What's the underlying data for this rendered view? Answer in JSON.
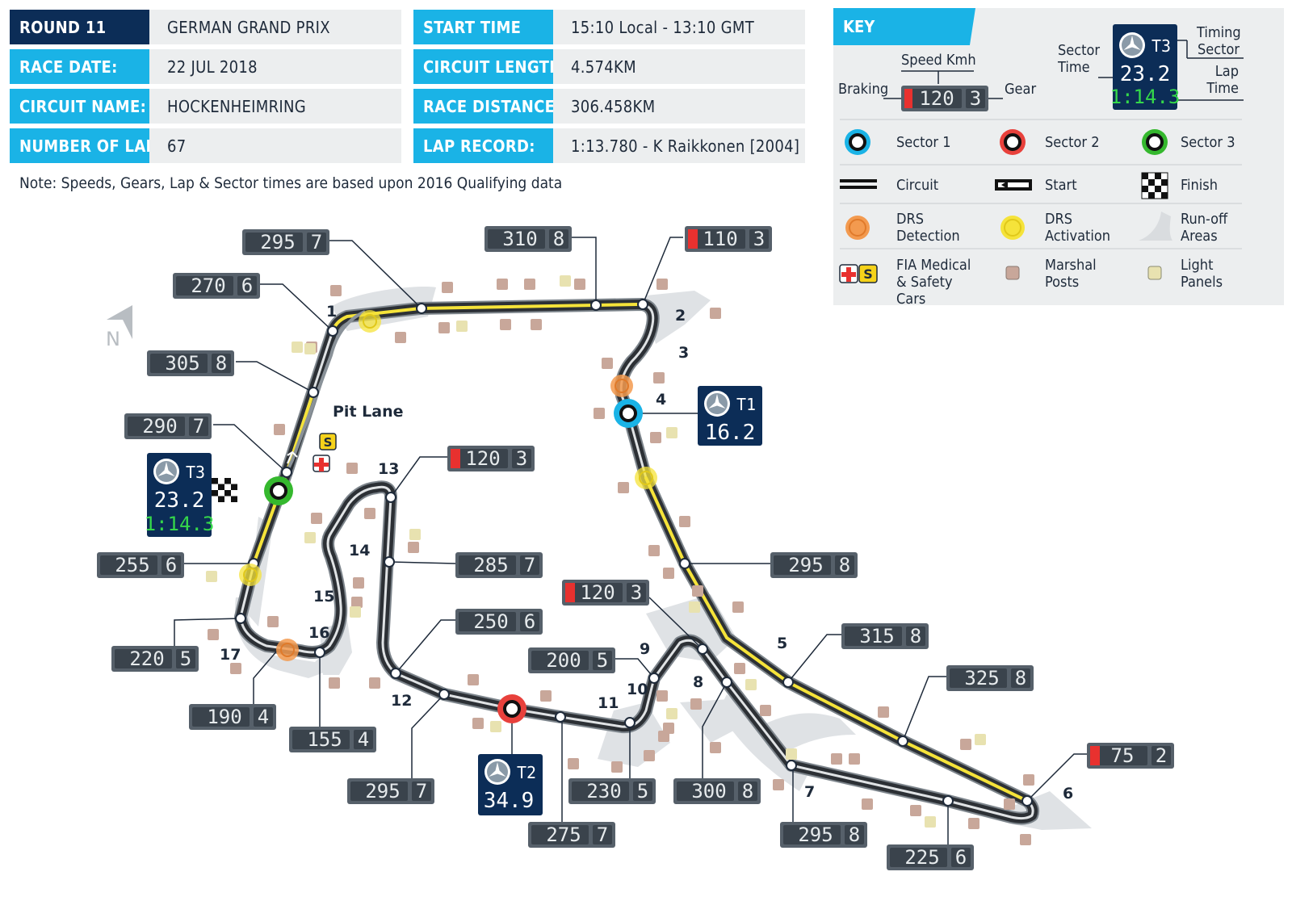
{
  "info": {
    "round": "ROUND 11",
    "race_name": "GERMAN GRAND PRIX",
    "race_date_label": "RACE DATE:",
    "race_date": "22 JUL 2018",
    "circuit_name_label": "CIRCUIT NAME:",
    "circuit_name": "HOCKENHEIMRING",
    "laps_label": "NUMBER OF LAPS:",
    "laps": "67",
    "start_time_label": "START TIME",
    "start_time": "15:10 Local - 13:10 GMT",
    "circuit_length_label": "CIRCUIT LENGTH:",
    "circuit_length": "4.574KM",
    "race_distance_label": "RACE DISTANCE:",
    "race_distance": "306.458KM",
    "lap_record_label": "LAP RECORD:",
    "lap_record": "1:13.780 - K Raikkonen [2004]"
  },
  "note": "Note:   Speeds, Gears, Lap & Sector times are based upon 2016 Qualifying data",
  "key": {
    "title": "KEY",
    "speed_kmh": "Speed Kmh",
    "braking": "Braking",
    "gear": "Gear",
    "sample_speed": "120",
    "sample_gear": "3",
    "sector_time": "Sector Time",
    "timing_sector": "Timing Sector",
    "lap_time": "Lap Time",
    "sample_sector": "T3",
    "sample_sector_time": "23.2",
    "sample_lap_time": "1:14.3",
    "sector1": "Sector 1",
    "sector2": "Sector 2",
    "sector3": "Sector 3",
    "circuit": "Circuit",
    "start": "Start",
    "finish": "Finish",
    "drs_detection": "DRS Detection",
    "drs_activation": "DRS Activation",
    "runoff": "Run-off Areas",
    "medical": "FIA Medical & Safety Cars",
    "marshal": "Marshal Posts",
    "light_panels": "Light Panels",
    "safety_badge": "S"
  },
  "map": {
    "north": "N",
    "pit_lane": "Pit Lane",
    "safety_badge": "S",
    "turns": [
      "1",
      "2",
      "3",
      "4",
      "5",
      "6",
      "7",
      "8",
      "9",
      "10",
      "11",
      "12",
      "13",
      "14",
      "15",
      "16",
      "17"
    ],
    "speed_points": [
      {
        "speed": "295",
        "gear": "7",
        "braking": false
      },
      {
        "speed": "310",
        "gear": "8",
        "braking": false
      },
      {
        "speed": "110",
        "gear": "3",
        "braking": true
      },
      {
        "speed": "270",
        "gear": "6",
        "braking": false
      },
      {
        "speed": "305",
        "gear": "8",
        "braking": false
      },
      {
        "speed": "290",
        "gear": "7",
        "braking": false
      },
      {
        "speed": "255",
        "gear": "6",
        "braking": false
      },
      {
        "speed": "220",
        "gear": "5",
        "braking": false
      },
      {
        "speed": "190",
        "gear": "4",
        "braking": false
      },
      {
        "speed": "155",
        "gear": "4",
        "braking": false
      },
      {
        "speed": "120",
        "gear": "3",
        "braking": true
      },
      {
        "speed": "285",
        "gear": "7",
        "braking": false
      },
      {
        "speed": "250",
        "gear": "6",
        "braking": false
      },
      {
        "speed": "295",
        "gear": "7",
        "braking": false
      },
      {
        "speed": "275",
        "gear": "7",
        "braking": false
      },
      {
        "speed": "230",
        "gear": "5",
        "braking": false
      },
      {
        "speed": "300",
        "gear": "8",
        "braking": false
      },
      {
        "speed": "295",
        "gear": "8",
        "braking": false
      },
      {
        "speed": "225",
        "gear": "6",
        "braking": false
      },
      {
        "speed": "75",
        "gear": "2",
        "braking": true
      },
      {
        "speed": "325",
        "gear": "8",
        "braking": false
      },
      {
        "speed": "315",
        "gear": "8",
        "braking": false
      },
      {
        "speed": "295",
        "gear": "8",
        "braking": false
      },
      {
        "speed": "120",
        "gear": "3",
        "braking": true
      },
      {
        "speed": "200",
        "gear": "5",
        "braking": false
      }
    ],
    "timing_boxes": [
      {
        "sector": "T1",
        "time": "16.2"
      },
      {
        "sector": "T2",
        "time": "34.9"
      },
      {
        "sector": "T3",
        "time": "23.2",
        "lap": "1:14.3"
      }
    ]
  },
  "colors": {
    "info_label": "#1ab3e6",
    "round_bg": "#0c2d57",
    "value_bg": "#eceeef",
    "sector1": "#1ab3e6",
    "sector2": "#e8413c",
    "sector3": "#35b82e",
    "drs_detection": "#f39a4f",
    "drs_activation": "#f5e33a",
    "braking": "#e8312f",
    "lap_time_green": "#35d84a",
    "marshal": "#c8a79a",
    "light_panel": "#e8e2b0",
    "runoff": "#d9dcdf"
  }
}
